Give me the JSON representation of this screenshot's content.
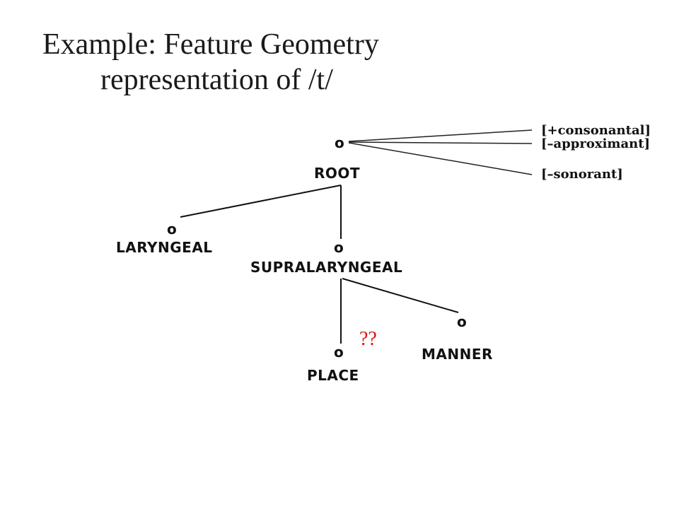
{
  "title": {
    "line1": "Example: Feature Geometry",
    "line2": "representation of /t/"
  },
  "diagram": {
    "node_marker": "o",
    "nodes": {
      "root": "ROOT",
      "laryngeal": "LARYNGEAL",
      "supralaryngeal": "SUPRALARYNGEAL",
      "place": "PLACE",
      "manner": "MANNER"
    },
    "features": [
      "[+consonantal]",
      "[–approximant]",
      "[–sonorant]"
    ],
    "question_mark": "??",
    "colors": {
      "text": "#111111",
      "question": "#e01010"
    }
  }
}
